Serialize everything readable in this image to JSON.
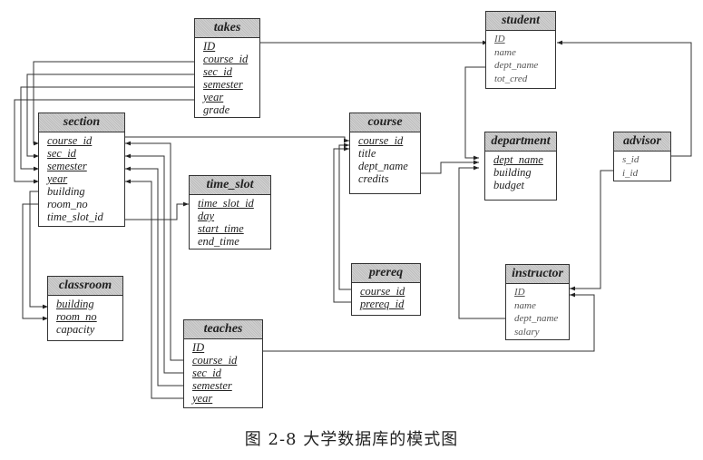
{
  "caption": "图 2-8    大学数据库的模式图",
  "tables": {
    "takes": {
      "name": "takes",
      "attributes": [
        {
          "name": "ID",
          "pk": true
        },
        {
          "name": "course_id",
          "pk": true
        },
        {
          "name": "sec_id",
          "pk": true
        },
        {
          "name": "semester",
          "pk": true
        },
        {
          "name": "year",
          "pk": true
        },
        {
          "name": "grade",
          "pk": false
        }
      ]
    },
    "student": {
      "name": "student",
      "attributes": [
        {
          "name": "ID",
          "pk": true
        },
        {
          "name": "name",
          "pk": false
        },
        {
          "name": "dept_name",
          "pk": false
        },
        {
          "name": "tot_cred",
          "pk": false
        }
      ]
    },
    "section": {
      "name": "section",
      "attributes": [
        {
          "name": "course_id",
          "pk": true
        },
        {
          "name": "sec_id",
          "pk": true
        },
        {
          "name": "semester",
          "pk": true
        },
        {
          "name": "year",
          "pk": true
        },
        {
          "name": "building",
          "pk": false
        },
        {
          "name": "room_no",
          "pk": false
        },
        {
          "name": "time_slot_id",
          "pk": false
        }
      ]
    },
    "course": {
      "name": "course",
      "attributes": [
        {
          "name": "course_id",
          "pk": true
        },
        {
          "name": "title",
          "pk": false
        },
        {
          "name": "dept_name",
          "pk": false
        },
        {
          "name": "credits",
          "pk": false
        }
      ]
    },
    "department": {
      "name": "department",
      "attributes": [
        {
          "name": "dept_name",
          "pk": true
        },
        {
          "name": "building",
          "pk": false
        },
        {
          "name": "budget",
          "pk": false
        }
      ]
    },
    "advisor": {
      "name": "advisor",
      "attributes": [
        {
          "name": "s_id",
          "pk": false
        },
        {
          "name": "i_id",
          "pk": false
        }
      ]
    },
    "time_slot": {
      "name": "time_slot",
      "attributes": [
        {
          "name": "time_slot_id",
          "pk": true
        },
        {
          "name": "day",
          "pk": true
        },
        {
          "name": "start_time",
          "pk": true
        },
        {
          "name": "end_time",
          "pk": false
        }
      ]
    },
    "classroom": {
      "name": "classroom",
      "attributes": [
        {
          "name": "building",
          "pk": true
        },
        {
          "name": "room_no",
          "pk": true
        },
        {
          "name": "capacity",
          "pk": false
        }
      ]
    },
    "prereq": {
      "name": "prereq",
      "attributes": [
        {
          "name": "course_id",
          "pk": true
        },
        {
          "name": "prereq_id",
          "pk": true
        }
      ]
    },
    "instructor": {
      "name": "instructor",
      "attributes": [
        {
          "name": "ID",
          "pk": true
        },
        {
          "name": "name",
          "pk": false
        },
        {
          "name": "dept_name",
          "pk": false
        },
        {
          "name": "salary",
          "pk": false
        }
      ]
    },
    "teaches": {
      "name": "teaches",
      "attributes": [
        {
          "name": "ID",
          "pk": true
        },
        {
          "name": "course_id",
          "pk": true
        },
        {
          "name": "sec_id",
          "pk": true
        },
        {
          "name": "semester",
          "pk": true
        },
        {
          "name": "year",
          "pk": true
        }
      ]
    }
  },
  "relationships": [
    {
      "from": "takes.ID",
      "to": "student.ID"
    },
    {
      "from": "takes.course_id",
      "to": "section.course_id"
    },
    {
      "from": "takes.sec_id",
      "to": "section.sec_id"
    },
    {
      "from": "takes.semester",
      "to": "section.semester"
    },
    {
      "from": "takes.year",
      "to": "section.year"
    },
    {
      "from": "section.course_id",
      "to": "course.course_id"
    },
    {
      "from": "section.building",
      "to": "classroom.building"
    },
    {
      "from": "section.room_no",
      "to": "classroom.room_no"
    },
    {
      "from": "section.time_slot_id",
      "to": "time_slot.time_slot_id"
    },
    {
      "from": "teaches.course_id",
      "to": "section.course_id"
    },
    {
      "from": "teaches.sec_id",
      "to": "section.sec_id"
    },
    {
      "from": "teaches.semester",
      "to": "section.semester"
    },
    {
      "from": "teaches.year",
      "to": "section.year"
    },
    {
      "from": "teaches.ID",
      "to": "instructor.ID"
    },
    {
      "from": "prereq.course_id",
      "to": "course.course_id"
    },
    {
      "from": "prereq.prereq_id",
      "to": "course.course_id"
    },
    {
      "from": "course.dept_name",
      "to": "department.dept_name"
    },
    {
      "from": "student.dept_name",
      "to": "department.dept_name"
    },
    {
      "from": "instructor.dept_name",
      "to": "department.dept_name"
    },
    {
      "from": "advisor.s_id",
      "to": "student.ID"
    },
    {
      "from": "advisor.i_id",
      "to": "instructor.ID"
    }
  ]
}
